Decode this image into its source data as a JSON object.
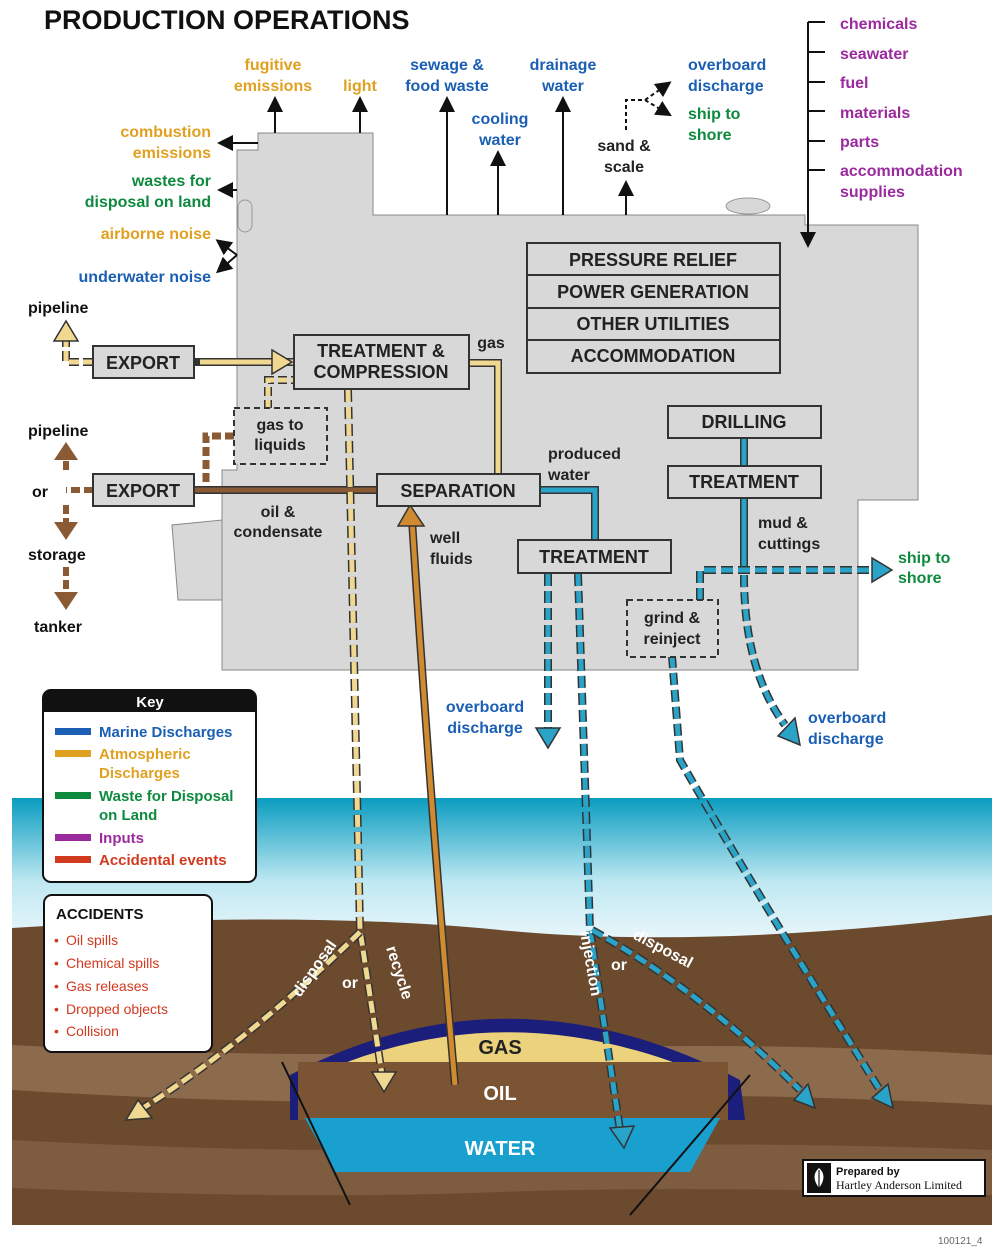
{
  "title": "PRODUCTION OPERATIONS",
  "colors": {
    "marine": "#1a5fb4",
    "atmospheric": "#e0a020",
    "waste": "#0e8a3e",
    "inputs": "#9b2a9e",
    "accidental": "#d23a1f",
    "platform": "#d8d8d8",
    "pipe_gas": "#f0d890",
    "pipe_oil": "#8a5a34",
    "pipe_water": "#2aa3c8"
  },
  "inputs": [
    "chemicals",
    "seawater",
    "fuel",
    "materials",
    "parts",
    "accommodation",
    "supplies"
  ],
  "emissions": {
    "fugitive": [
      "fugitive",
      "emissions"
    ],
    "light": "light",
    "sewage": [
      "sewage &",
      "food waste"
    ],
    "drainage": [
      "drainage",
      "water"
    ],
    "cooling": [
      "cooling",
      "water"
    ],
    "sand": [
      "sand &",
      "scale"
    ],
    "overboard_top": [
      "overboard",
      "discharge"
    ],
    "ship_top": [
      "ship to",
      "shore"
    ],
    "combustion": [
      "combustion",
      "emissions"
    ],
    "wastes_land": [
      "wastes for",
      "disposal on land"
    ],
    "airborne": "airborne noise",
    "underwater": "underwater noise"
  },
  "utilities": [
    "PRESSURE RELIEF",
    "POWER GENERATION",
    "OTHER UTILITIES",
    "ACCOMMODATION"
  ],
  "process": {
    "treatment_compression": [
      "TREATMENT &",
      "COMPRESSION"
    ],
    "export": "EXPORT",
    "gas": "gas",
    "gas_to_liquids": [
      "gas to",
      "liquids"
    ],
    "separation": "SEPARATION",
    "oil_condensate": [
      "oil &",
      "condensate"
    ],
    "well_fluids": [
      "well",
      "fluids"
    ],
    "produced_water": [
      "produced",
      "water"
    ],
    "treatment": "TREATMENT",
    "drilling": "DRILLING",
    "mud_cuttings": [
      "mud &",
      "cuttings"
    ],
    "ship_shore": [
      "ship to",
      "shore"
    ],
    "grind_reinject": [
      "grind &",
      "reinject"
    ],
    "overboard_left": [
      "overboard",
      "discharge"
    ],
    "overboard_right": [
      "overboard",
      "discharge"
    ]
  },
  "export_side": {
    "pipeline_top": "pipeline",
    "pipeline_mid": "pipeline",
    "or": "or",
    "storage": "storage",
    "tanker": "tanker"
  },
  "key": {
    "title": "Key",
    "items": [
      {
        "label": [
          "Marine Discharges"
        ],
        "color": "#1a5fb4"
      },
      {
        "label": [
          "Atmospheric",
          "Discharges"
        ],
        "color": "#e0a020"
      },
      {
        "label": [
          "Waste for Disposal",
          "on Land"
        ],
        "color": "#0e8a3e"
      },
      {
        "label": [
          "Inputs"
        ],
        "color": "#9b2a9e"
      },
      {
        "label": [
          "Accidental events"
        ],
        "color": "#d23a1f"
      }
    ]
  },
  "accidents": {
    "title": "ACCIDENTS",
    "items": [
      "Oil spills",
      "Chemical spills",
      "Gas releases",
      "Dropped objects",
      "Collision"
    ]
  },
  "subsurface": {
    "disposal_left": "disposal",
    "or_left": "or",
    "recycle": "recycle",
    "injection": "injection",
    "or_right": "or",
    "disposal_right": "disposal",
    "gas": "GAS",
    "oil": "OIL",
    "water": "WATER"
  },
  "credit": [
    "Prepared by",
    "Hartley Anderson Limited"
  ],
  "ref": "100121_4"
}
